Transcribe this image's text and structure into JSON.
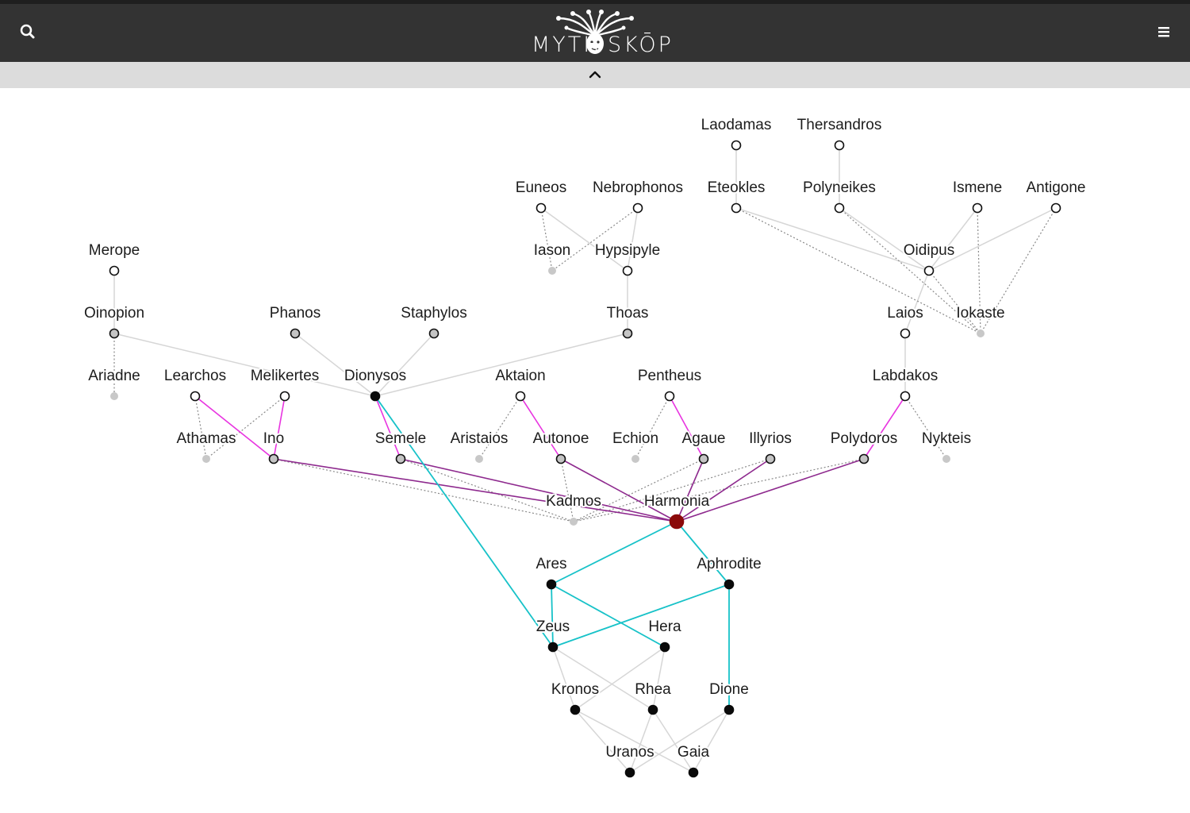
{
  "app": {
    "logo_left": "MYTH",
    "logo_right": "SKŌP",
    "search_icon": "search-icon",
    "menu_icon": "hamburger-menu-icon",
    "collapse_icon": "chevron-up-icon"
  },
  "colors": {
    "header_bg": "#333333",
    "collapse_bar_bg": "#dcdcdc",
    "focus_node": "#8b0a0a",
    "parent_edge_cyan": "#17c2c8",
    "child_edge_purple": "#8e2a8e",
    "child_edge_magenta": "#e834e0",
    "edge_gray": "#d6d6d6",
    "dotted_edge_gray": "#8a8a8a"
  },
  "graph": {
    "nodes": [
      {
        "id": "laodamas",
        "label": "Laodamas",
        "kind": "open"
      },
      {
        "id": "thersandros",
        "label": "Thersandros",
        "kind": "open"
      },
      {
        "id": "euneos",
        "label": "Euneos",
        "kind": "open"
      },
      {
        "id": "nebrophonos",
        "label": "Nebrophonos",
        "kind": "open"
      },
      {
        "id": "eteokles",
        "label": "Eteokles",
        "kind": "open"
      },
      {
        "id": "polyneikes",
        "label": "Polyneikes",
        "kind": "open"
      },
      {
        "id": "ismene",
        "label": "Ismene",
        "kind": "open"
      },
      {
        "id": "antigone",
        "label": "Antigone",
        "kind": "open"
      },
      {
        "id": "merope",
        "label": "Merope",
        "kind": "open"
      },
      {
        "id": "iason",
        "label": "Iason",
        "kind": "dim"
      },
      {
        "id": "hypsipyle",
        "label": "Hypsipyle",
        "kind": "open"
      },
      {
        "id": "oidipus",
        "label": "Oidipus",
        "kind": "open"
      },
      {
        "id": "oinopion",
        "label": "Oinopion",
        "kind": "gray"
      },
      {
        "id": "phanos",
        "label": "Phanos",
        "kind": "gray"
      },
      {
        "id": "staphylos",
        "label": "Staphylos",
        "kind": "gray"
      },
      {
        "id": "thoas",
        "label": "Thoas",
        "kind": "gray"
      },
      {
        "id": "laios",
        "label": "Laios",
        "kind": "open"
      },
      {
        "id": "iokaste",
        "label": "Iokaste",
        "kind": "dim"
      },
      {
        "id": "ariadne",
        "label": "Ariadne",
        "kind": "dim"
      },
      {
        "id": "learchos",
        "label": "Learchos",
        "kind": "open"
      },
      {
        "id": "melikertes",
        "label": "Melikertes",
        "kind": "open"
      },
      {
        "id": "dionysos",
        "label": "Dionysos",
        "kind": "black"
      },
      {
        "id": "aktaion",
        "label": "Aktaion",
        "kind": "open"
      },
      {
        "id": "pentheus",
        "label": "Pentheus",
        "kind": "open"
      },
      {
        "id": "labdakos",
        "label": "Labdakos",
        "kind": "open"
      },
      {
        "id": "athamas",
        "label": "Athamas",
        "kind": "dim"
      },
      {
        "id": "ino",
        "label": "Ino",
        "kind": "gray"
      },
      {
        "id": "semele",
        "label": "Semele",
        "kind": "gray"
      },
      {
        "id": "aristaios",
        "label": "Aristaios",
        "kind": "dim"
      },
      {
        "id": "autonoe",
        "label": "Autonoe",
        "kind": "gray"
      },
      {
        "id": "echion",
        "label": "Echion",
        "kind": "dim"
      },
      {
        "id": "agaue",
        "label": "Agaue",
        "kind": "gray"
      },
      {
        "id": "illyrios",
        "label": "Illyrios",
        "kind": "gray"
      },
      {
        "id": "polydoros",
        "label": "Polydoros",
        "kind": "gray"
      },
      {
        "id": "nykteis",
        "label": "Nykteis",
        "kind": "dim"
      },
      {
        "id": "kadmos",
        "label": "Kadmos",
        "kind": "dim"
      },
      {
        "id": "harmonia",
        "label": "Harmonia",
        "kind": "focus"
      },
      {
        "id": "ares",
        "label": "Ares",
        "kind": "black"
      },
      {
        "id": "aphrodite",
        "label": "Aphrodite",
        "kind": "black"
      },
      {
        "id": "zeus",
        "label": "Zeus",
        "kind": "black"
      },
      {
        "id": "hera",
        "label": "Hera",
        "kind": "black"
      },
      {
        "id": "kronos",
        "label": "Kronos",
        "kind": "black"
      },
      {
        "id": "rhea",
        "label": "Rhea",
        "kind": "black"
      },
      {
        "id": "dione",
        "label": "Dione",
        "kind": "black"
      },
      {
        "id": "uranos",
        "label": "Uranos",
        "kind": "black"
      },
      {
        "id": "gaia",
        "label": "Gaia",
        "kind": "black"
      }
    ],
    "edges": [
      {
        "from": "laodamas",
        "to": "eteokles",
        "style": "solid-gray"
      },
      {
        "from": "thersandros",
        "to": "polyneikes",
        "style": "solid-gray"
      },
      {
        "from": "euneos",
        "to": "iason",
        "style": "dotted"
      },
      {
        "from": "euneos",
        "to": "hypsipyle",
        "style": "solid-gray"
      },
      {
        "from": "nebrophonos",
        "to": "iason",
        "style": "dotted"
      },
      {
        "from": "nebrophonos",
        "to": "hypsipyle",
        "style": "solid-gray"
      },
      {
        "from": "eteokles",
        "to": "oidipus",
        "style": "solid-gray"
      },
      {
        "from": "eteokles",
        "to": "iokaste",
        "style": "dotted"
      },
      {
        "from": "polyneikes",
        "to": "oidipus",
        "style": "solid-gray"
      },
      {
        "from": "polyneikes",
        "to": "iokaste",
        "style": "dotted"
      },
      {
        "from": "ismene",
        "to": "oidipus",
        "style": "solid-gray"
      },
      {
        "from": "ismene",
        "to": "iokaste",
        "style": "dotted"
      },
      {
        "from": "antigone",
        "to": "oidipus",
        "style": "solid-gray"
      },
      {
        "from": "antigone",
        "to": "iokaste",
        "style": "dotted"
      },
      {
        "from": "oidipus",
        "to": "laios",
        "style": "solid-gray"
      },
      {
        "from": "oidipus",
        "to": "iokaste",
        "style": "dotted"
      },
      {
        "from": "merope",
        "to": "oinopion",
        "style": "solid-gray"
      },
      {
        "from": "hypsipyle",
        "to": "thoas",
        "style": "solid-gray"
      },
      {
        "from": "oinopion",
        "to": "ariadne",
        "style": "dotted"
      },
      {
        "from": "oinopion",
        "to": "dionysos",
        "style": "solid-gray"
      },
      {
        "from": "phanos",
        "to": "dionysos",
        "style": "solid-gray"
      },
      {
        "from": "staphylos",
        "to": "dionysos",
        "style": "solid-gray"
      },
      {
        "from": "thoas",
        "to": "dionysos",
        "style": "solid-gray"
      },
      {
        "from": "laios",
        "to": "labdakos",
        "style": "solid-gray"
      },
      {
        "from": "learchos",
        "to": "athamas",
        "style": "dotted"
      },
      {
        "from": "learchos",
        "to": "ino",
        "style": "magenta"
      },
      {
        "from": "melikertes",
        "to": "athamas",
        "style": "dotted"
      },
      {
        "from": "melikertes",
        "to": "ino",
        "style": "magenta"
      },
      {
        "from": "dionysos",
        "to": "semele",
        "style": "magenta"
      },
      {
        "from": "dionysos",
        "to": "zeus",
        "style": "cyan"
      },
      {
        "from": "aktaion",
        "to": "aristaios",
        "style": "dotted"
      },
      {
        "from": "aktaion",
        "to": "autonoe",
        "style": "magenta"
      },
      {
        "from": "pentheus",
        "to": "echion",
        "style": "dotted"
      },
      {
        "from": "pentheus",
        "to": "agaue",
        "style": "magenta"
      },
      {
        "from": "labdakos",
        "to": "polydoros",
        "style": "magenta"
      },
      {
        "from": "labdakos",
        "to": "nykteis",
        "style": "dotted"
      },
      {
        "from": "ino",
        "to": "kadmos",
        "style": "dotted"
      },
      {
        "from": "semele",
        "to": "kadmos",
        "style": "dotted"
      },
      {
        "from": "autonoe",
        "to": "kadmos",
        "style": "dotted"
      },
      {
        "from": "agaue",
        "to": "kadmos",
        "style": "dotted"
      },
      {
        "from": "illyrios",
        "to": "kadmos",
        "style": "dotted"
      },
      {
        "from": "polydoros",
        "to": "kadmos",
        "style": "dotted"
      },
      {
        "from": "ino",
        "to": "harmonia",
        "style": "purple"
      },
      {
        "from": "semele",
        "to": "harmonia",
        "style": "purple"
      },
      {
        "from": "autonoe",
        "to": "harmonia",
        "style": "purple"
      },
      {
        "from": "agaue",
        "to": "harmonia",
        "style": "purple"
      },
      {
        "from": "illyrios",
        "to": "harmonia",
        "style": "purple"
      },
      {
        "from": "polydoros",
        "to": "harmonia",
        "style": "purple"
      },
      {
        "from": "harmonia",
        "to": "ares",
        "style": "cyan"
      },
      {
        "from": "harmonia",
        "to": "aphrodite",
        "style": "cyan"
      },
      {
        "from": "ares",
        "to": "zeus",
        "style": "cyan"
      },
      {
        "from": "ares",
        "to": "hera",
        "style": "cyan"
      },
      {
        "from": "aphrodite",
        "to": "zeus",
        "style": "cyan"
      },
      {
        "from": "aphrodite",
        "to": "dione",
        "style": "cyan"
      },
      {
        "from": "zeus",
        "to": "kronos",
        "style": "solid-gray"
      },
      {
        "from": "zeus",
        "to": "rhea",
        "style": "solid-gray"
      },
      {
        "from": "hera",
        "to": "kronos",
        "style": "solid-gray"
      },
      {
        "from": "hera",
        "to": "rhea",
        "style": "solid-gray"
      },
      {
        "from": "kronos",
        "to": "uranos",
        "style": "solid-gray"
      },
      {
        "from": "kronos",
        "to": "gaia",
        "style": "solid-gray"
      },
      {
        "from": "rhea",
        "to": "uranos",
        "style": "solid-gray"
      },
      {
        "from": "rhea",
        "to": "gaia",
        "style": "solid-gray"
      },
      {
        "from": "dione",
        "to": "uranos",
        "style": "solid-gray"
      },
      {
        "from": "dione",
        "to": "gaia",
        "style": "solid-gray"
      }
    ]
  }
}
